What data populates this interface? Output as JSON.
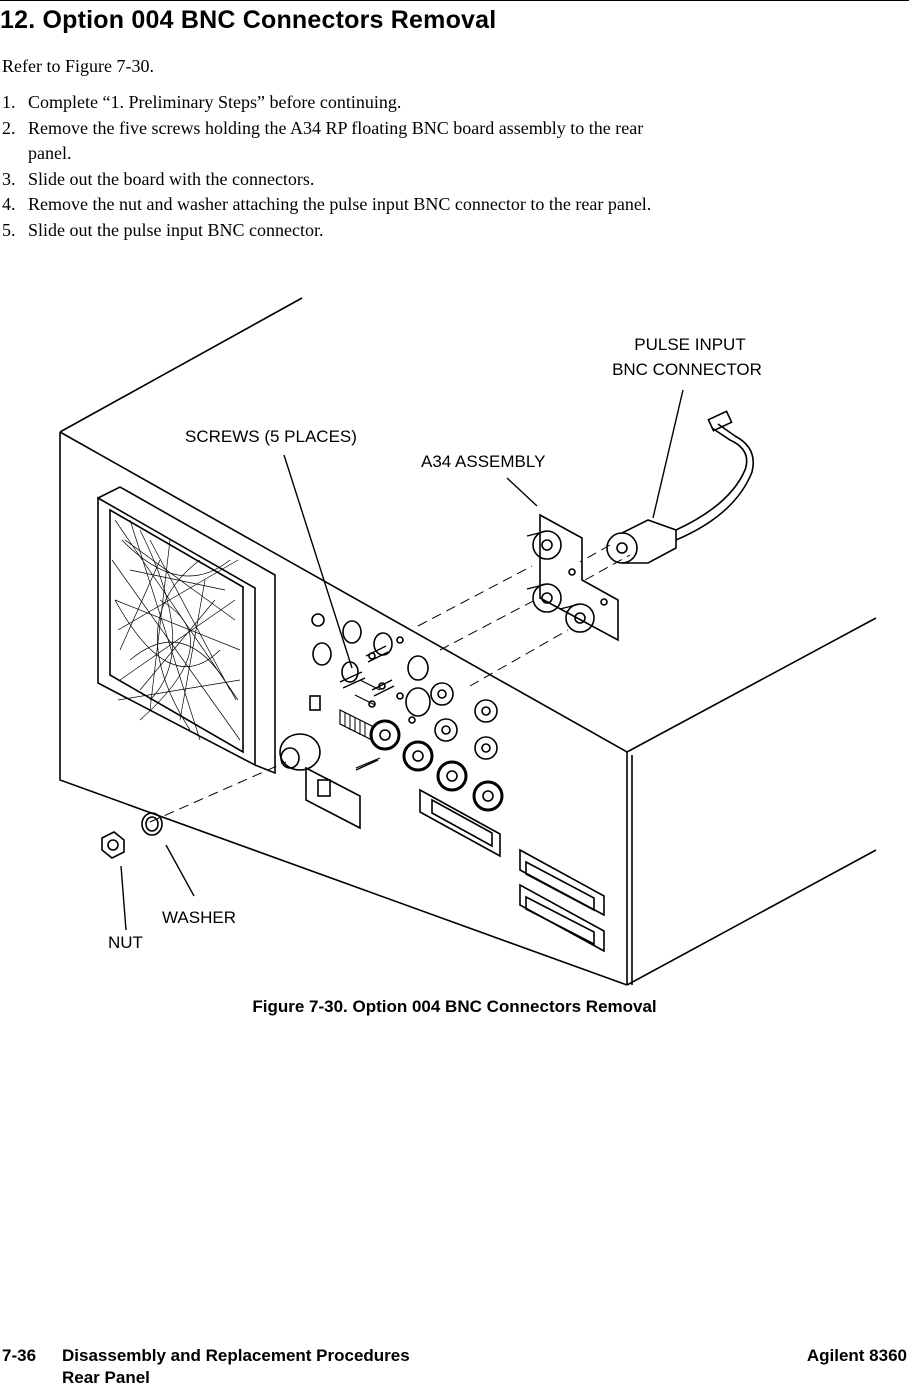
{
  "heading": "12. Option 004 BNC Connectors Removal",
  "intro": "Refer to Figure 7-30.",
  "steps": [
    {
      "num": "1.",
      "text": "Complete “1.  Preliminary Steps” before continuing."
    },
    {
      "num": "2.",
      "text": "Remove the five screws holding the A34 RP floating BNC board assembly to the rear"
    },
    {
      "num": "",
      "text": "panel."
    },
    {
      "num": "3.",
      "text": "Slide out the board with the connectors."
    },
    {
      "num": "4.",
      "text": "Remove the nut and washer attaching the pulse input BNC connector to the rear panel."
    },
    {
      "num": "5.",
      "text": "Slide out the pulse input BNC connector."
    }
  ],
  "figure": {
    "labels": {
      "pulse_input_1": "PULSE  INPUT",
      "pulse_input_2": "BNC  CONNECTOR",
      "screws": "SCREWS  (5  PLACES)",
      "a34": "A34  ASSEMBLY",
      "washer": "WASHER",
      "nut": "NUT"
    },
    "caption": "Figure 7-30. Option 004 BNC Connectors Removal"
  },
  "footer": {
    "page": "7-36",
    "chapter": "Disassembly and Replacement Procedures",
    "section": "Rear Panel",
    "product": "Agilent 8360"
  }
}
